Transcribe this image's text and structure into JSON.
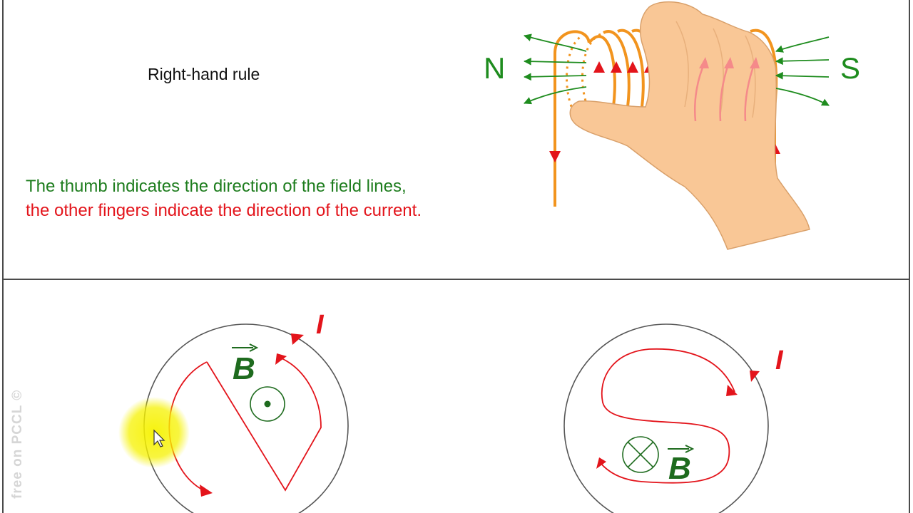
{
  "title": "Right-hand rule",
  "explanation": {
    "line1": "The thumb indicates the direction of the field lines,",
    "line2": "the other fingers indicate the direction of the current."
  },
  "solenoid": {
    "north_label": "N",
    "south_label": "S"
  },
  "loop_left": {
    "field_label": "B",
    "current_label": "I",
    "field_symbol": "out-of-page-dot"
  },
  "loop_right": {
    "field_label": "B",
    "current_label": "I",
    "field_symbol": "into-page-cross"
  },
  "watermark": "free on PCCL ©",
  "colors": {
    "field": "#1e8c1e",
    "current": "#e3141b",
    "coil": "#f2941e",
    "hand": "#f9c796",
    "highlight": "#f5f000"
  }
}
